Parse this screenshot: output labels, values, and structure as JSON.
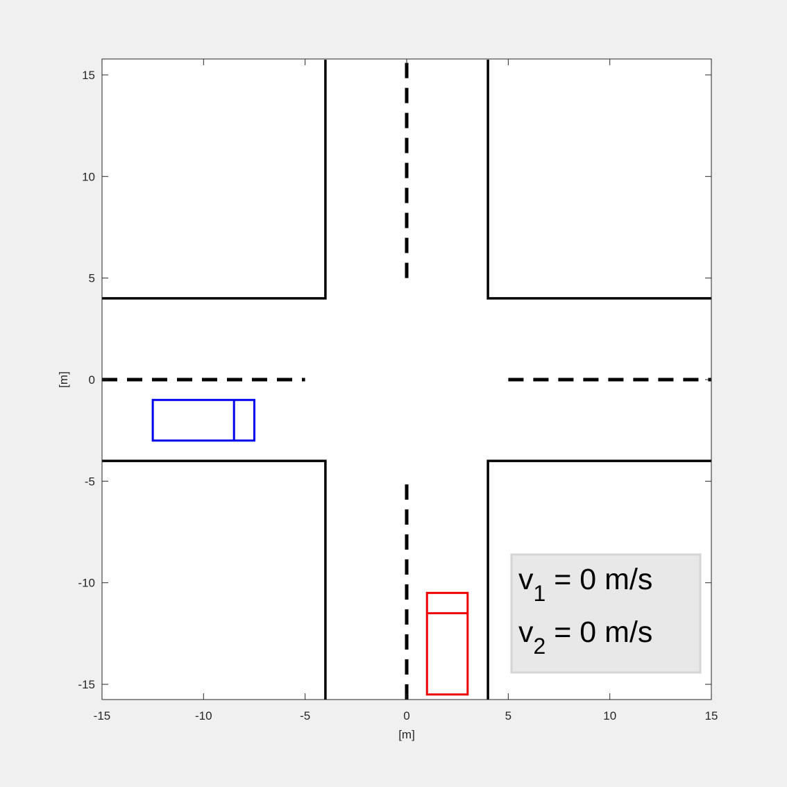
{
  "chart_data": {
    "type": "scatter",
    "title": "",
    "xlabel": "[m]",
    "ylabel": "[m]",
    "xlim": [
      -15,
      15
    ],
    "ylim": [
      -15.75,
      15.75
    ],
    "xticks": [
      -15,
      -10,
      -5,
      0,
      5,
      10,
      15
    ],
    "yticks": [
      -15,
      -10,
      -5,
      0,
      5,
      10,
      15
    ],
    "grid": false,
    "road": {
      "half_width": 4,
      "colors": {
        "edge": "#000000",
        "lane_marking": "#000000"
      },
      "edges": [
        {
          "name": "edge-top-left",
          "points": [
            [
              -15,
              4
            ],
            [
              -4,
              4
            ],
            [
              -4,
              15.75
            ]
          ]
        },
        {
          "name": "edge-top-right",
          "points": [
            [
              15,
              4
            ],
            [
              4,
              4
            ],
            [
              4,
              15.75
            ]
          ]
        },
        {
          "name": "edge-bottom-left",
          "points": [
            [
              -15,
              -4
            ],
            [
              -4,
              -4
            ],
            [
              -4,
              -15.75
            ]
          ]
        },
        {
          "name": "edge-bottom-right",
          "points": [
            [
              15,
              -4
            ],
            [
              4,
              -4
            ],
            [
              4,
              -15.75
            ]
          ]
        }
      ],
      "lane_markings": [
        {
          "name": "centerline-north",
          "points": [
            [
              0,
              5
            ],
            [
              0,
              15.75
            ]
          ]
        },
        {
          "name": "centerline-south",
          "points": [
            [
              0,
              -15.75
            ],
            [
              0,
              -5
            ]
          ]
        },
        {
          "name": "centerline-west",
          "points": [
            [
              -15,
              0
            ],
            [
              -5,
              0
            ]
          ]
        },
        {
          "name": "centerline-east",
          "points": [
            [
              5,
              0
            ],
            [
              15,
              0
            ]
          ]
        }
      ]
    },
    "vehicles": [
      {
        "name": "vehicle-1",
        "color": "#0000ee",
        "x": [
          -12.5,
          -7.5
        ],
        "y": [
          -3,
          -1
        ],
        "divider_x": -8.5
      },
      {
        "name": "vehicle-2",
        "color": "#ee0000",
        "x": [
          1,
          3
        ],
        "y": [
          -15.5,
          -10.5
        ],
        "divider_y": -11.5
      }
    ],
    "legend": {
      "placement": "bottom-right",
      "background": "#e8e8e8",
      "entries": [
        {
          "symbol": "v",
          "subscript": "1",
          "text": " = 0 m/s"
        },
        {
          "symbol": "v",
          "subscript": "2",
          "text": " = 0 m/s"
        }
      ]
    }
  }
}
